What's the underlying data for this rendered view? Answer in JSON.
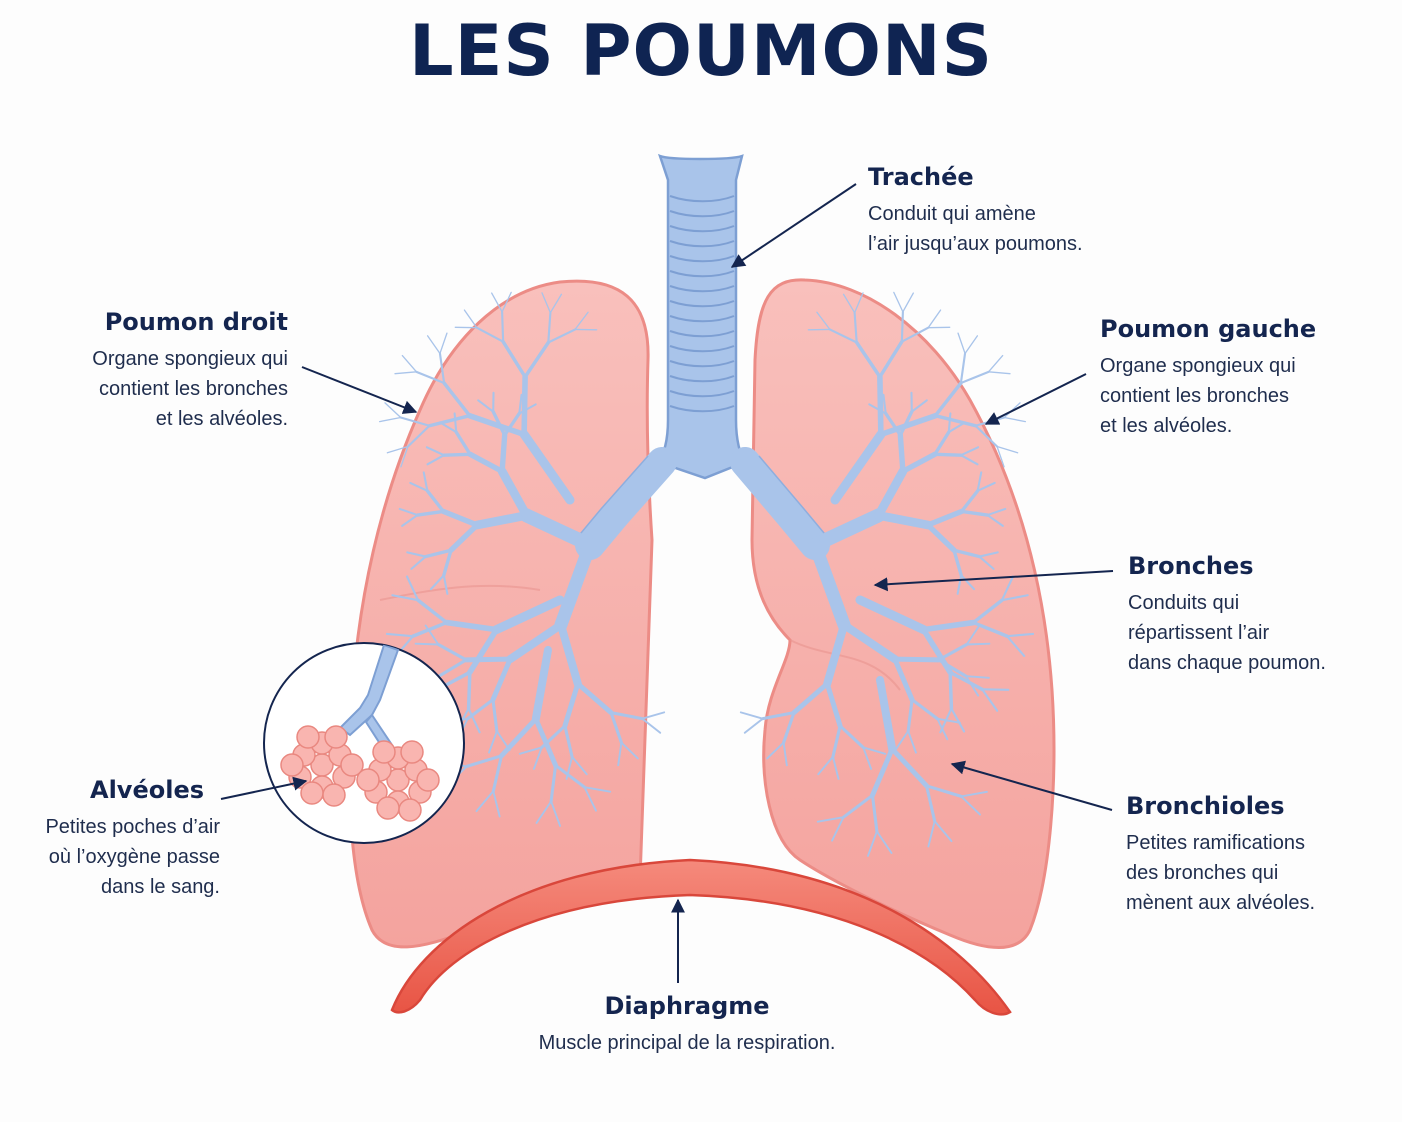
{
  "title": "LES POUMONS",
  "colors": {
    "title": "#0f2452",
    "lung_fill": "#f7b1ad",
    "lung_stroke": "#ec8c86",
    "airway_fill": "#a9c4ea",
    "airway_stroke": "#7d9fd3",
    "diaphragm_fill": "#f06e5f",
    "diaphragm_stroke": "#d9473b",
    "leader_line": "#14254f"
  },
  "labels": {
    "trachee": {
      "title": "Trachée",
      "desc": "Conduit qui amène\nl’air jusqu’aux poumons."
    },
    "poumon_droit": {
      "title": "Poumon droit",
      "desc": "Organe spongieux qui\ncontient les bronches\net les alvéoles."
    },
    "poumon_gauche": {
      "title": "Poumon gauche",
      "desc": "Organe spongieux qui\ncontient les bronches\net les alvéoles."
    },
    "bronches": {
      "title": "Bronches",
      "desc": "Conduits qui\nrépartissent l’air\ndans chaque poumon."
    },
    "alveoles": {
      "title": "Alvéoles",
      "desc": "Petites poches d’air\noù l’oxygène passe\ndans le sang."
    },
    "bronchioles": {
      "title": "Bronchioles",
      "desc": "Petites ramifications\ndes bronches qui\nmènent aux alvéoles."
    },
    "diaphragme": {
      "title": "Diaphragme",
      "desc": "Muscle principal de la respiration."
    }
  },
  "icons": {
    "inset": "alveoli-magnifier-icon"
  }
}
